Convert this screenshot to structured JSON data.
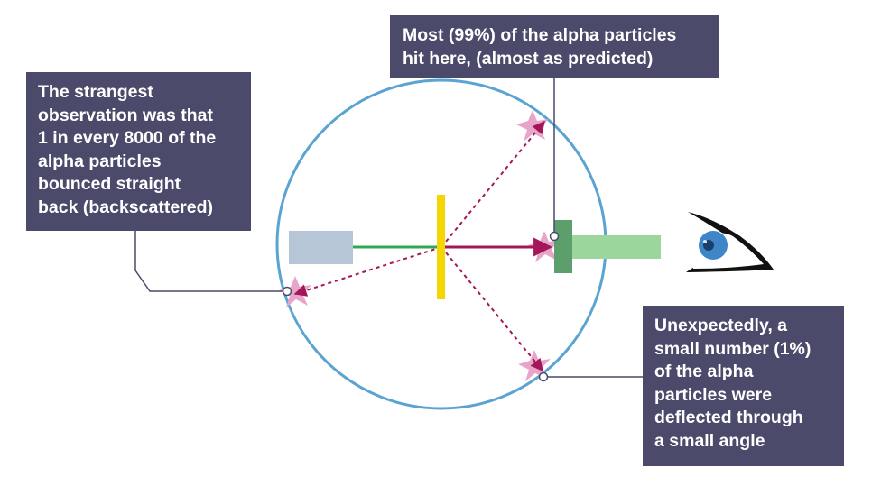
{
  "callouts": {
    "predicted": {
      "lines": [
        "Most (99%) of the alpha particles",
        "hit here, (almost as predicted)"
      ]
    },
    "backscatter": {
      "lines": [
        "The strangest",
        "observation was that",
        "1 in every 8000 of the",
        "alpha particles",
        "bounced straight",
        "back (backscattered)"
      ]
    },
    "deflected": {
      "lines": [
        "Unexpectedly, a",
        "small number (1%)",
        "of the alpha",
        "particles were",
        "deflected through",
        "a small angle"
      ]
    }
  },
  "colors": {
    "circle": "#5ba3d0",
    "callout_bg": "#4b4a6b",
    "source": "#b7c6d6",
    "beam": "#2fa84f",
    "foil": "#f4d600",
    "particle_path": "#a3165a",
    "impact_flash": "#e7a6c9",
    "detector": "#5c9e6c",
    "microscope": "#9bd69d",
    "eye_iris": "#3f86c8"
  },
  "icons": {
    "observer": "eye-icon",
    "impact": "star-burst-icon"
  }
}
